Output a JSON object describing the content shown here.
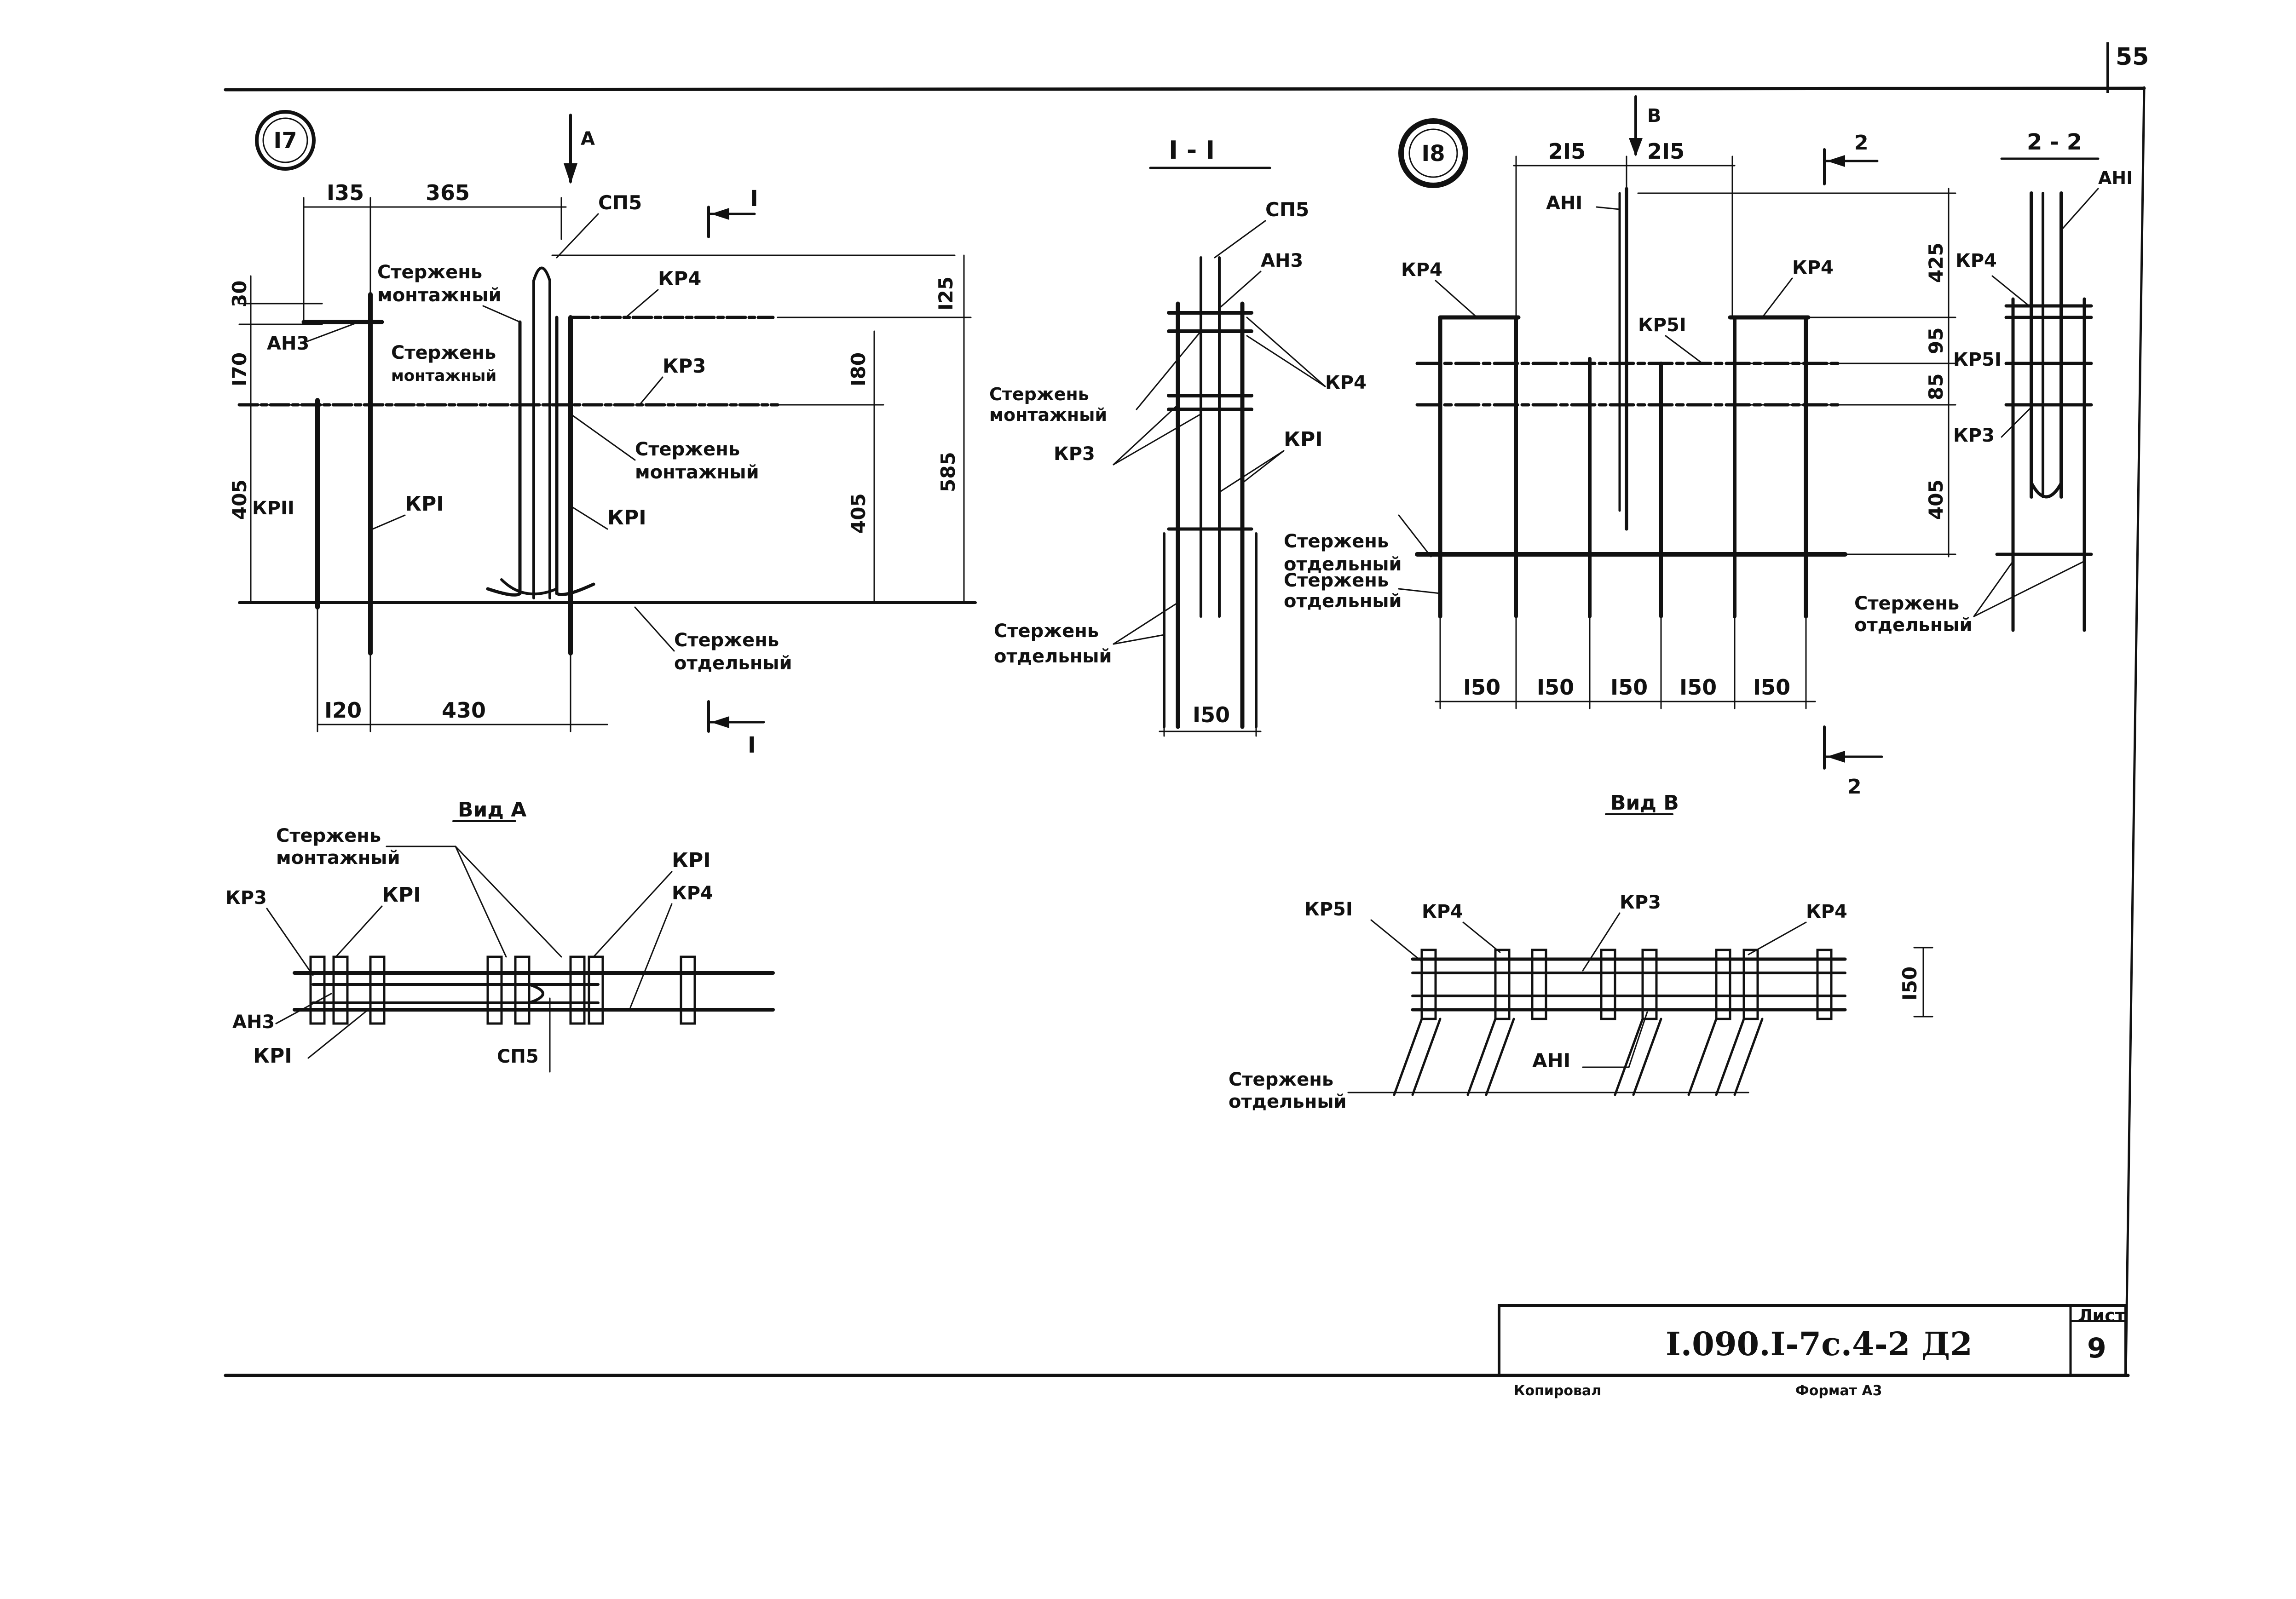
{
  "sheet": {
    "corner_number": "55",
    "document_code": "I.090.I-7c.4-2 Д2",
    "sheet_label": "Лист",
    "sheet_number": "9",
    "footer_left": "Копировал",
    "footer_right": "Формат А3"
  },
  "views": {
    "node17": {
      "marker": "I7",
      "view_arrow": "А",
      "section_mark": "I",
      "dims_top": [
        "I35",
        "365"
      ],
      "dims_left": [
        "30",
        "I70",
        "405"
      ],
      "dims_right": [
        "I25",
        "I80",
        "405",
        "585"
      ],
      "dims_bottom": [
        "I20",
        "430"
      ],
      "labels": {
        "sp5": "СП5",
        "kr4": "КР4",
        "kr3": "КР3",
        "an3": "АН3",
        "kr11": "КРII",
        "kr1_left": "КРI",
        "kr1_right": "КРI",
        "rod_mount_1_a": "Стержень",
        "rod_mount_1_b": "монтажный",
        "rod_mount_2_a": "Стержень",
        "rod_mount_2_b": "монтажный",
        "rod_mount_3_a": "Стержень",
        "rod_mount_3_b": "монтажный",
        "rod_sep_a": "Стержень",
        "rod_sep_b": "отдельный"
      }
    },
    "section11": {
      "title": "I - I",
      "dim_bottom": "I50",
      "labels": {
        "sp5": "СП5",
        "an3": "АН3",
        "kr4": "КР4",
        "kr3": "КР3",
        "kr1": "КРI",
        "rod_mount_a": "Стержень",
        "rod_mount_b": "монтажный",
        "rod_sep_a": "Стержень",
        "rod_sep_b": "отдельный"
      }
    },
    "node18": {
      "marker": "I8",
      "view_arrow": "В",
      "section_mark": "2",
      "dims_top": [
        "2I5",
        "2I5"
      ],
      "dims_right": [
        "425",
        "95",
        "85",
        "405"
      ],
      "dims_bottom": [
        "I50",
        "I50",
        "I50",
        "I50",
        "I50"
      ],
      "labels": {
        "an1": "АНI",
        "kr4_left": "КР4",
        "kr4_right": "КР4",
        "kr51": "КР5I",
        "rod_sep1_a": "Стержень",
        "rod_sep1_b": "отдельный",
        "rod_sep2_a": "Стержень",
        "rod_sep2_b": "отдельный"
      }
    },
    "section22": {
      "title": "2 - 2",
      "labels": {
        "an1": "АНI",
        "kr4": "КР4",
        "kr51": "КР5I",
        "kr3": "КР3",
        "rod_sep_a": "Стержень",
        "rod_sep_b": "отдельный"
      }
    },
    "viewA": {
      "title": "Вид А",
      "labels": {
        "rod_mount_a": "Стержень",
        "rod_mount_b": "монтажный",
        "kr3": "КР3",
        "kr1_a": "КРI",
        "kr1_b": "КРI",
        "kr1_c": "КРI",
        "kr4": "КР4",
        "an3": "АН3",
        "sp5": "СП5"
      }
    },
    "viewB": {
      "title": "Вид В",
      "dim_right": "I50",
      "labels": {
        "kr51": "КР5I",
        "kr4_a": "КР4",
        "kr3": "КР3",
        "kr4_b": "КР4",
        "an1": "АНI",
        "rod_sep_a": "Стержень",
        "rod_sep_b": "отдельный"
      }
    }
  }
}
